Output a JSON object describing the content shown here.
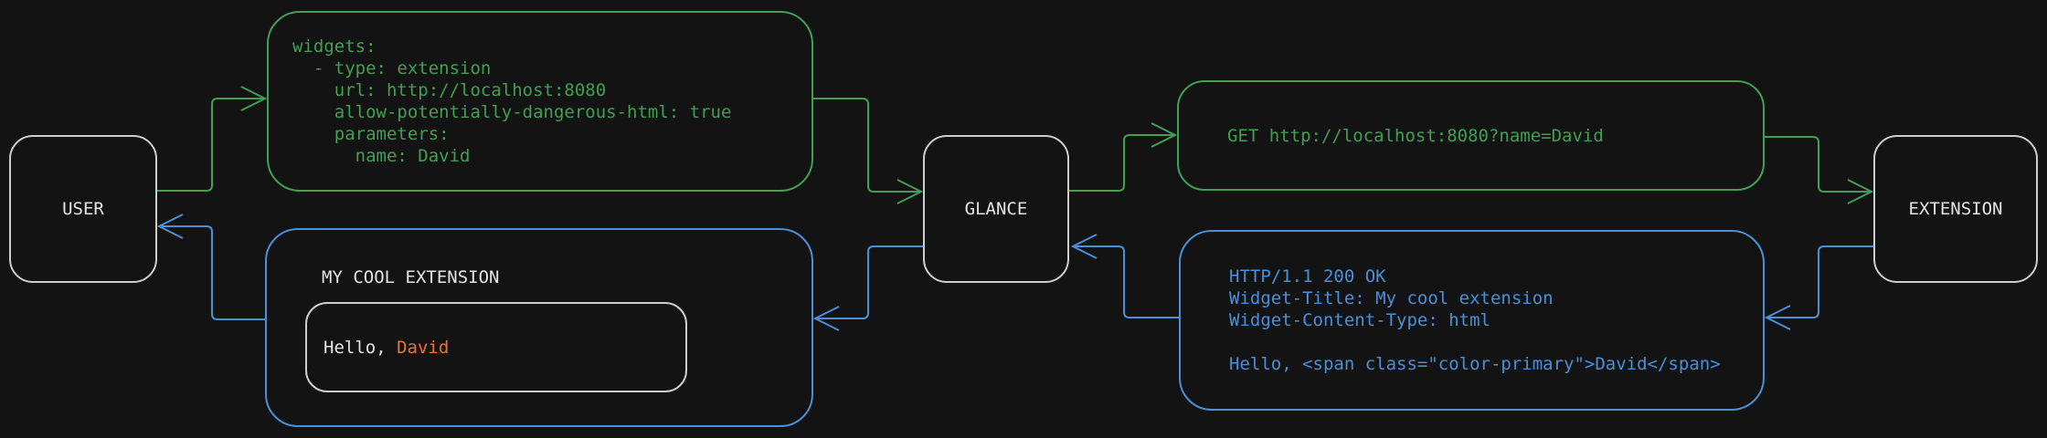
{
  "colors": {
    "bg": "#131313",
    "green": "#3fa052",
    "blue": "#4a90d8",
    "fg": "#e4e4e4",
    "orange": "#e5772f",
    "node-border": "#cdcdcd"
  },
  "nodes": {
    "user": {
      "label": "USER"
    },
    "glance": {
      "label": "GLANCE"
    },
    "extension": {
      "label": "EXTENSION"
    }
  },
  "messages": {
    "config": {
      "lines": [
        "widgets:",
        "  - type: extension",
        "    url: http://localhost:8080",
        "    allow-potentially-dangerous-html: true",
        "    parameters:",
        "      name: David"
      ]
    },
    "request": {
      "text": "GET http://localhost:8080?name=David"
    },
    "response": {
      "lines": [
        "HTTP/1.1 200 OK",
        "Widget-Title: My cool extension",
        "Widget-Content-Type: html",
        "",
        "Hello, <span class=\"color-primary\">David</span>"
      ]
    },
    "widget": {
      "title": "MY COOL EXTENSION",
      "greeting_prefix": "Hello, ",
      "greeting_name": "David"
    }
  }
}
